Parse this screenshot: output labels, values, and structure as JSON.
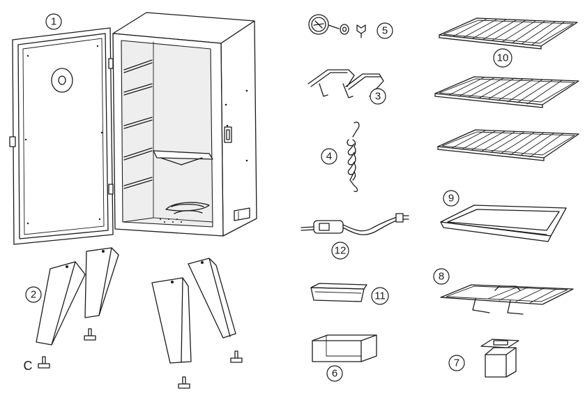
{
  "diagram": {
    "parts": [
      {
        "key": "cabinet",
        "number": "1"
      },
      {
        "key": "legs",
        "number": "2"
      },
      {
        "key": "handles",
        "number": "3"
      },
      {
        "key": "spring-handle",
        "number": "4"
      },
      {
        "key": "thermometer",
        "number": "5"
      },
      {
        "key": "chip-tray-holder",
        "number": "6"
      },
      {
        "key": "wood-chip-box",
        "number": "7"
      },
      {
        "key": "water-pan-rack",
        "number": "8"
      },
      {
        "key": "water-pan",
        "number": "9"
      },
      {
        "key": "cooking-grids",
        "number": "10"
      },
      {
        "key": "grease-tray",
        "number": "11"
      },
      {
        "key": "power-cord",
        "number": "12"
      }
    ],
    "hardware_letter": "C"
  }
}
